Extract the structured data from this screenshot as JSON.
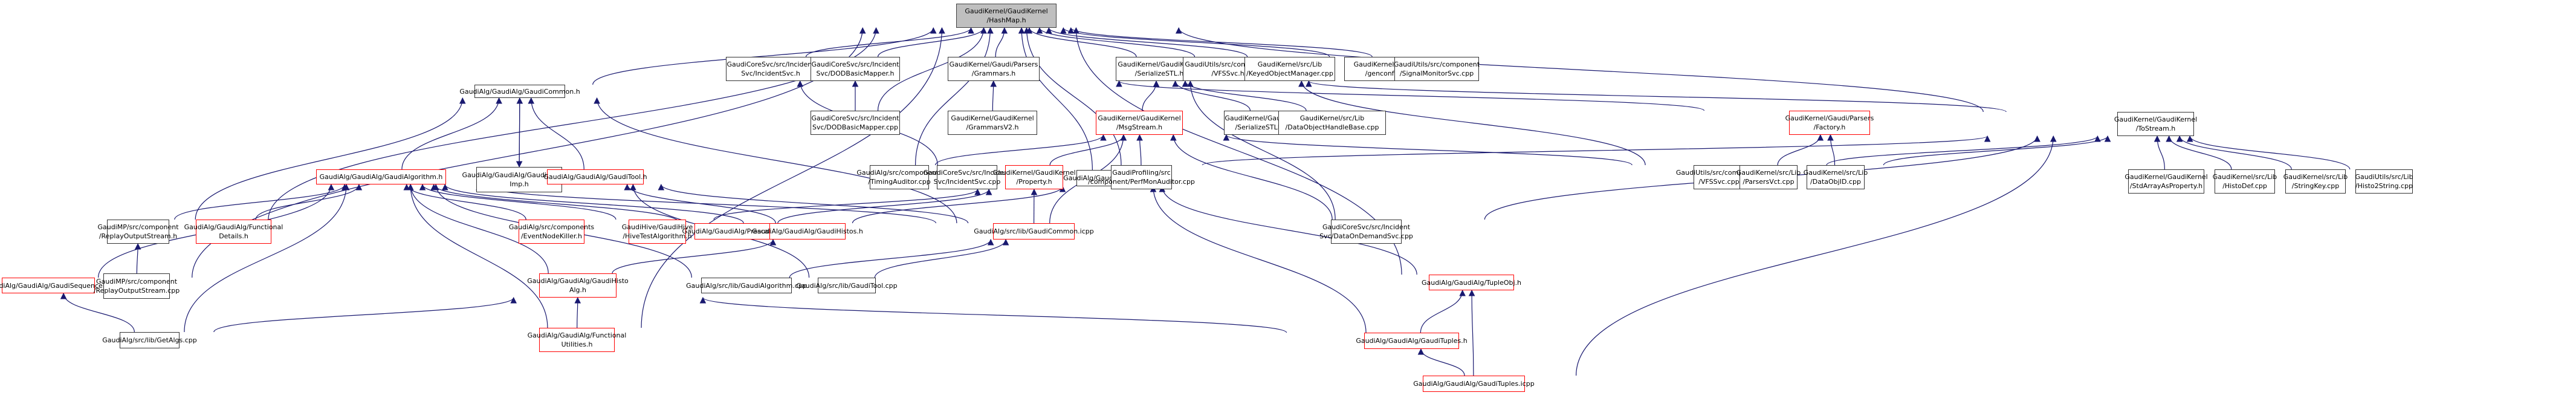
{
  "title": "GaudiKernel/GaudiKernel/HashMap.h",
  "colors": {
    "edge": "#191970",
    "node_border": "#404040",
    "truncated_border": "#ff0000",
    "root_fill": "#bfbfbf"
  },
  "nodes": [
    {
      "id": "hashmap",
      "label": "GaudiKernel/GaudiKernel\n/HashMap.h",
      "root": true
    },
    {
      "id": "incidentsvc_h",
      "label": "GaudiCoreSvc/src/Incident\nSvc/IncidentSvc.h"
    },
    {
      "id": "dodmapper_h",
      "label": "GaudiCoreSvc/src/Incident\nSvc/DODBasicMapper.h"
    },
    {
      "id": "grammars_h",
      "label": "GaudiKernel/Gaudi/Parsers\n/Grammars.h"
    },
    {
      "id": "serializestl_h",
      "label": "GaudiKernel/GaudiKernel\n/SerializeSTL.h"
    },
    {
      "id": "vfssvc_h",
      "label": "GaudiUtils/src/component\n/VFSSvc.h"
    },
    {
      "id": "keyedobjmgr",
      "label": "GaudiKernel/src/Lib\n/KeyedObjectManager.cpp"
    },
    {
      "id": "genconf",
      "label": "GaudiKernel/src/Util\n/genconf.cpp"
    },
    {
      "id": "signalmon",
      "label": "GaudiUtils/src/component\n/SignalMonitorSvc.cpp"
    },
    {
      "id": "gaudicommon_h",
      "label": "GaudiAlg/GaudiAlg/GaudiCommon.h"
    },
    {
      "id": "dodmapper_cpp",
      "label": "GaudiCoreSvc/src/Incident\nSvc/DODBasicMapper.cpp"
    },
    {
      "id": "grammarsv2",
      "label": "GaudiKernel/GaudiKernel\n/GrammarsV2.h"
    },
    {
      "id": "msgstream",
      "label": "GaudiKernel/GaudiKernel\n/MsgStream.h",
      "red": true
    },
    {
      "id": "serializestlfwd",
      "label": "GaudiKernel/GaudiKernel\n/SerializeSTLFwd.h"
    },
    {
      "id": "dataobjhandle",
      "label": "GaudiKernel/src/Lib\n/DataObjectHandleBase.cpp"
    },
    {
      "id": "factory",
      "label": "GaudiKernel/Gaudi/Parsers\n/Factory.h",
      "red": true
    },
    {
      "id": "tostream",
      "label": "GaudiKernel/GaudiKernel\n/ToStream.h"
    },
    {
      "id": "gaudialgorithm_h",
      "label": "GaudiAlg/GaudiAlg/GaudiAlgorithm.h",
      "red": true
    },
    {
      "id": "gaudicommonimp",
      "label": "GaudiAlg/GaudiAlg/GaudiCommon\nImp.h"
    },
    {
      "id": "gauditool_h",
      "label": "GaudiAlg/GaudiAlg/GaudiTool.h",
      "red": true
    },
    {
      "id": "timingauditor",
      "label": "GaudiAlg/src/components\n/TimingAuditor.cpp"
    },
    {
      "id": "incidentsvc_cpp",
      "label": "GaudiCoreSvc/src/Incident\nSvc/IncidentSvc.cpp"
    },
    {
      "id": "property",
      "label": "GaudiKernel/GaudiKernel\n/Property.h",
      "red": true
    },
    {
      "id": "maps",
      "label": "GaudiAlg/GaudiAlg/Maps.h"
    },
    {
      "id": "perfmon",
      "label": "GaudiProfiling/src\n/component/PerfMonAuditor.cpp"
    },
    {
      "id": "vfssvc_cpp",
      "label": "GaudiUtils/src/component\n/VFSSvc.cpp"
    },
    {
      "id": "parsersvct",
      "label": "GaudiKernel/src/Lib\n/ParsersVct.cpp"
    },
    {
      "id": "dataobjid",
      "label": "GaudiKernel/src/Lib\n/DataObjID.cpp"
    },
    {
      "id": "stdarray",
      "label": "GaudiKernel/GaudiKernel\n/StdArrayAsProperty.h"
    },
    {
      "id": "histodef",
      "label": "GaudiKernel/src/Lib\n/HistoDef.cpp"
    },
    {
      "id": "stringkey",
      "label": "GaudiKernel/src/Lib\n/StringKey.cpp"
    },
    {
      "id": "histo2string",
      "label": "GaudiUtils/src/Lib\n/Histo2String.cpp"
    },
    {
      "id": "replay_h",
      "label": "GaudiMP/src/component\n/ReplayOutputStream.h"
    },
    {
      "id": "functionaldetails",
      "label": "GaudiAlg/GaudiAlg/Functional\nDetails.h",
      "red": true
    },
    {
      "id": "eventnodekiller",
      "label": "GaudiAlg/src/components\n/EventNodeKiller.h",
      "red": true
    },
    {
      "id": "hivetest",
      "label": "GaudiHive/GaudiHive\n/HiveTestAlgorithm.h",
      "red": true
    },
    {
      "id": "prescaler",
      "label": "GaudiAlg/GaudiAlg/Prescaler.h",
      "red": true
    },
    {
      "id": "gaudihistos",
      "label": "GaudiAlg/GaudiAlg/GaudiHistos.h",
      "red": true
    },
    {
      "id": "gaudicommon_icpp",
      "label": "GaudiAlg/src/lib/GaudiCommon.icpp",
      "red": true
    },
    {
      "id": "dataondemand",
      "label": "GaudiCoreSvc/src/Incident\nSvc/DataOnDemandSvc.cpp"
    },
    {
      "id": "gaudisequencer",
      "label": "GaudiAlg/GaudiAlg/GaudiSequencer.h",
      "red": true
    },
    {
      "id": "replay_cpp",
      "label": "GaudiMP/src/component\n/ReplayOutputStream.cpp"
    },
    {
      "id": "gaudihistoalg",
      "label": "GaudiAlg/GaudiAlg/GaudiHisto\nAlg.h",
      "red": true
    },
    {
      "id": "gaudialgorithm_cpp",
      "label": "GaudiAlg/src/lib/GaudiAlgorithm.cpp"
    },
    {
      "id": "gauditool_cpp",
      "label": "GaudiAlg/src/lib/GaudiTool.cpp"
    },
    {
      "id": "tupleobj",
      "label": "GaudiAlg/GaudiAlg/TupleObj.h",
      "red": true
    },
    {
      "id": "getalgs",
      "label": "GaudiAlg/src/lib/GetAlgs.cpp"
    },
    {
      "id": "functionalutil",
      "label": "GaudiAlg/GaudiAlg/Functional\nUtilities.h",
      "red": true
    },
    {
      "id": "gaudituples_h",
      "label": "GaudiAlg/GaudiAlg/GaudiTuples.h",
      "red": true
    },
    {
      "id": "gaudituples_icpp",
      "label": "GaudiAlg/GaudiAlg/GaudiTuples.icpp",
      "red": true
    }
  ],
  "edges": [
    [
      "incidentsvc_h",
      "hashmap"
    ],
    [
      "dodmapper_h",
      "hashmap"
    ],
    [
      "grammars_h",
      "hashmap"
    ],
    [
      "serializestl_h",
      "hashmap"
    ],
    [
      "vfssvc_h",
      "hashmap"
    ],
    [
      "keyedobjmgr",
      "hashmap"
    ],
    [
      "genconf",
      "hashmap"
    ],
    [
      "signalmon",
      "hashmap"
    ],
    [
      "gaudicommon_h",
      "hashmap"
    ],
    [
      "dodmapper_cpp",
      "hashmap"
    ],
    [
      "tostream",
      "hashmap"
    ],
    [
      "maps",
      "hashmap"
    ],
    [
      "perfmon",
      "hashmap"
    ],
    [
      "timingauditor",
      "hashmap"
    ],
    [
      "replay_h",
      "hashmap"
    ],
    [
      "gaudisequencer",
      "hashmap"
    ],
    [
      "functionalutil",
      "hashmap"
    ],
    [
      "tupleobj",
      "hashmap"
    ],
    [
      "incidentsvc_cpp",
      "incidentsvc_h"
    ],
    [
      "dodmapper_cpp",
      "dodmapper_h"
    ],
    [
      "grammarsv2",
      "grammars_h"
    ],
    [
      "factory",
      "grammars_h"
    ],
    [
      "msgstream",
      "serializestl_h"
    ],
    [
      "serializestlfwd",
      "serializestl_h"
    ],
    [
      "dataobjhandle",
      "serializestl_h"
    ],
    [
      "tostream",
      "serializestl_h"
    ],
    [
      "dataondemand",
      "serializestl_h"
    ],
    [
      "vfssvc_cpp",
      "vfssvc_h"
    ],
    [
      "gaudialgorithm_h",
      "gaudicommon_h"
    ],
    [
      "gaudicommonimp",
      "gaudicommon_h"
    ],
    [
      "gaudicommon_h",
      "gaudicommonimp"
    ],
    [
      "gauditool_h",
      "gaudicommon_h"
    ],
    [
      "gaudicommon_icpp",
      "gaudicommon_h"
    ],
    [
      "replay_h",
      "gaudicommon_h"
    ],
    [
      "property",
      "msgstream"
    ],
    [
      "perfmon",
      "msgstream"
    ],
    [
      "vfssvc_cpp",
      "msgstream"
    ],
    [
      "dataondemand",
      "msgstream"
    ],
    [
      "gaudicommon_icpp",
      "msgstream"
    ],
    [
      "timingauditor",
      "msgstream"
    ],
    [
      "parsersvct",
      "factory"
    ],
    [
      "dataobjid",
      "factory"
    ],
    [
      "parsersvct",
      "tostream"
    ],
    [
      "dataobjid",
      "tostream"
    ],
    [
      "stdarray",
      "tostream"
    ],
    [
      "histodef",
      "tostream"
    ],
    [
      "stringkey",
      "tostream"
    ],
    [
      "histo2string",
      "tostream"
    ],
    [
      "property",
      "tostream"
    ],
    [
      "gaudituples_icpp",
      "tostream"
    ],
    [
      "dataondemand",
      "tostream"
    ],
    [
      "functionaldetails",
      "gaudialgorithm_h"
    ],
    [
      "eventnodekiller",
      "gaudialgorithm_h"
    ],
    [
      "hivetest",
      "gaudialgorithm_h"
    ],
    [
      "prescaler",
      "gaudialgorithm_h"
    ],
    [
      "gaudihistos",
      "gaudialgorithm_h"
    ],
    [
      "gaudicommon_icpp",
      "gaudialgorithm_h"
    ],
    [
      "replay_h",
      "gaudialgorithm_h"
    ],
    [
      "gaudisequencer",
      "gaudialgorithm_h"
    ],
    [
      "gaudihistoalg",
      "gaudialgorithm_h"
    ],
    [
      "gaudialgorithm_cpp",
      "gaudialgorithm_h"
    ],
    [
      "getalgs",
      "gaudialgorithm_h"
    ],
    [
      "functionalutil",
      "gaudialgorithm_h"
    ],
    [
      "gaudihistos",
      "gauditool_h"
    ],
    [
      "gaudicommon_icpp",
      "gauditool_h"
    ],
    [
      "gauditool_cpp",
      "gauditool_h"
    ],
    [
      "gaudicommon_icpp",
      "property"
    ],
    [
      "hivetest",
      "property"
    ],
    [
      "prescaler",
      "property"
    ],
    [
      "gaudihistos",
      "maps"
    ],
    [
      "tupleobj",
      "maps"
    ],
    [
      "gaudituples_h",
      "maps"
    ],
    [
      "replay_cpp",
      "replay_h"
    ],
    [
      "gaudihistoalg",
      "gaudihistos"
    ],
    [
      "gaudialgorithm_cpp",
      "gaudicommon_icpp"
    ],
    [
      "gauditool_cpp",
      "gaudicommon_icpp"
    ],
    [
      "getalgs",
      "gaudisequencer"
    ],
    [
      "getalgs",
      "gaudihistoalg"
    ],
    [
      "functionalutil",
      "gaudihistoalg"
    ],
    [
      "gaudituples_h",
      "gaudihistoalg"
    ],
    [
      "gaudituples_h",
      "tupleobj"
    ],
    [
      "gaudituples_icpp",
      "tupleobj"
    ],
    [
      "gaudituples_icpp",
      "gaudituples_h"
    ]
  ]
}
